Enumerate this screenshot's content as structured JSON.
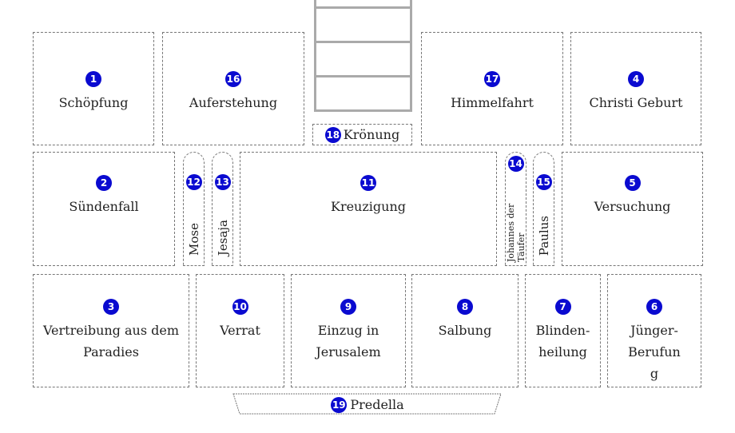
{
  "panels": [
    {
      "n": "1",
      "label": "Schöpfung"
    },
    {
      "n": "2",
      "label": "Sündenfall"
    },
    {
      "n": "3",
      "label": "Vertreibung aus dem Paradies"
    },
    {
      "n": "4",
      "label": "Christi Geburt"
    },
    {
      "n": "5",
      "label": "Versuchung"
    },
    {
      "n": "6",
      "label": "Jünger-Berufung"
    },
    {
      "n": "7",
      "label": "Blinden-heilung"
    },
    {
      "n": "8",
      "label": "Salbung"
    },
    {
      "n": "9",
      "label": "Einzug in Jerusalem"
    },
    {
      "n": "10",
      "label": "Verrat"
    },
    {
      "n": "11",
      "label": "Kreuzigung"
    },
    {
      "n": "12",
      "label": "Mose"
    },
    {
      "n": "13",
      "label": "Jesaja"
    },
    {
      "n": "14",
      "label": "Johannes der Täufer"
    },
    {
      "n": "15",
      "label": "Paulus"
    },
    {
      "n": "16",
      "label": "Auferstehung"
    },
    {
      "n": "17",
      "label": "Himmelfahrt"
    },
    {
      "n": "18",
      "label": "Krönung"
    },
    {
      "n": "19",
      "label": "Predella"
    }
  ],
  "accent": "#0a0ad0"
}
